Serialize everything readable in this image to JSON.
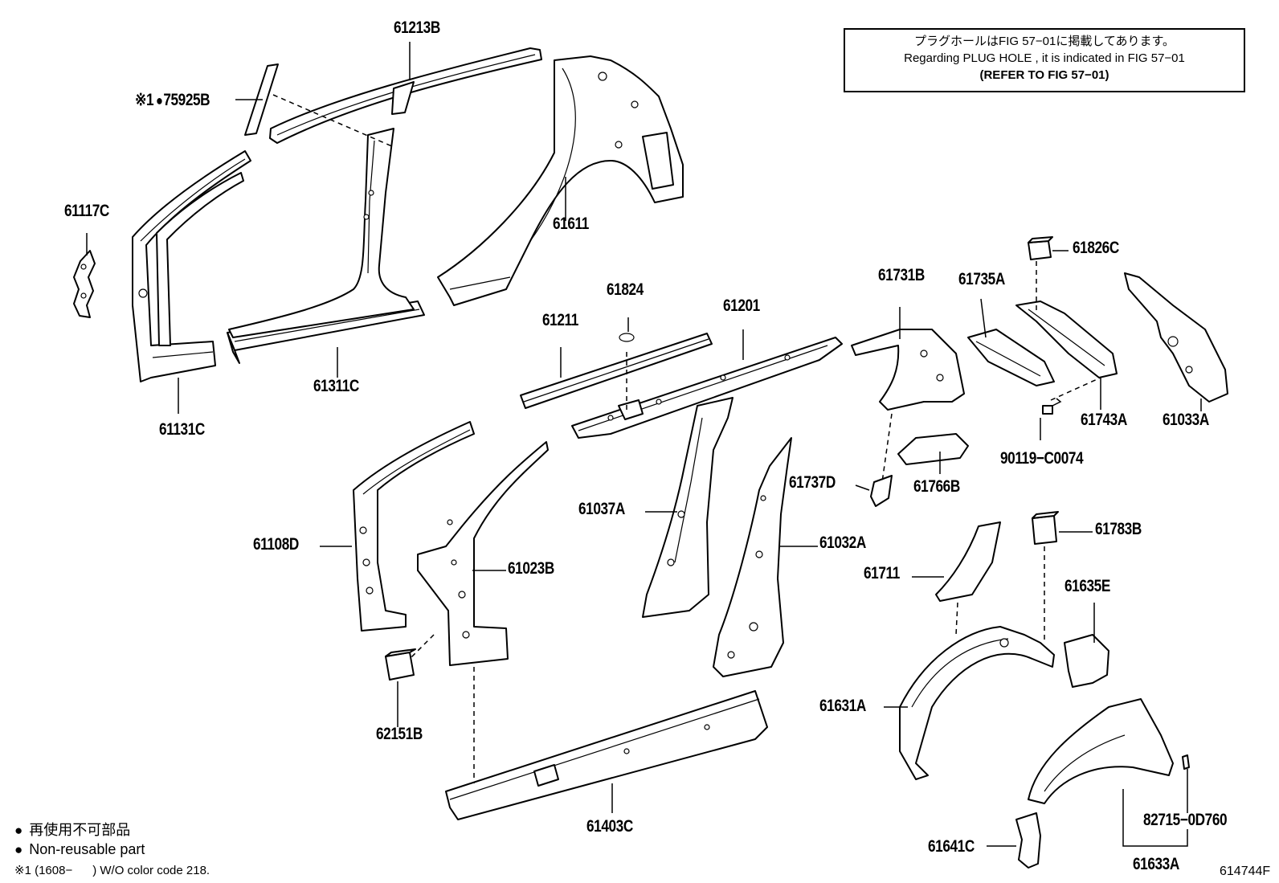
{
  "notice": {
    "line_jp": "プラグホールはFIG 57−01に掲載してあります。",
    "line_en": "Regarding PLUG HOLE , it is indicated in FIG 57−01",
    "line_ref": "(REFER TO FIG 57−01)"
  },
  "parts": [
    {
      "id": "p61213B",
      "number": "61213B"
    },
    {
      "id": "p75925B",
      "number": "75925B",
      "prefix": "※1",
      "non_reusable": true
    },
    {
      "id": "p61117C",
      "number": "61117C"
    },
    {
      "id": "p61611",
      "number": "61611"
    },
    {
      "id": "p61311C",
      "number": "61311C"
    },
    {
      "id": "p61131C",
      "number": "61131C"
    },
    {
      "id": "p61824",
      "number": "61824"
    },
    {
      "id": "p61211",
      "number": "61211"
    },
    {
      "id": "p61201",
      "number": "61201"
    },
    {
      "id": "p61731B",
      "number": "61731B"
    },
    {
      "id": "p61735A",
      "number": "61735A"
    },
    {
      "id": "p61826C",
      "number": "61826C"
    },
    {
      "id": "p61743A",
      "number": "61743A"
    },
    {
      "id": "p61033A",
      "number": "61033A"
    },
    {
      "id": "p90119",
      "number": "90119−C0074"
    },
    {
      "id": "p61737D",
      "number": "61737D"
    },
    {
      "id": "p61766B",
      "number": "61766B"
    },
    {
      "id": "p61108D",
      "number": "61108D"
    },
    {
      "id": "p61023B",
      "number": "61023B"
    },
    {
      "id": "p61037A",
      "number": "61037A"
    },
    {
      "id": "p61032A",
      "number": "61032A"
    },
    {
      "id": "p61783B",
      "number": "61783B"
    },
    {
      "id": "p61711",
      "number": "61711"
    },
    {
      "id": "p61635E",
      "number": "61635E"
    },
    {
      "id": "p62151B",
      "number": "62151B"
    },
    {
      "id": "p61631A",
      "number": "61631A"
    },
    {
      "id": "p61403C",
      "number": "61403C"
    },
    {
      "id": "p82715",
      "number": "82715−0D760"
    },
    {
      "id": "p61641C",
      "number": "61641C"
    },
    {
      "id": "p61633A",
      "number": "61633A"
    }
  ],
  "legend": {
    "non_reusable_jp": "再使用不可部品",
    "non_reusable_en": "Non-reusable part",
    "footnote": "※1 (1608−      ) W/O color code 218."
  },
  "figure_code": "614744F"
}
